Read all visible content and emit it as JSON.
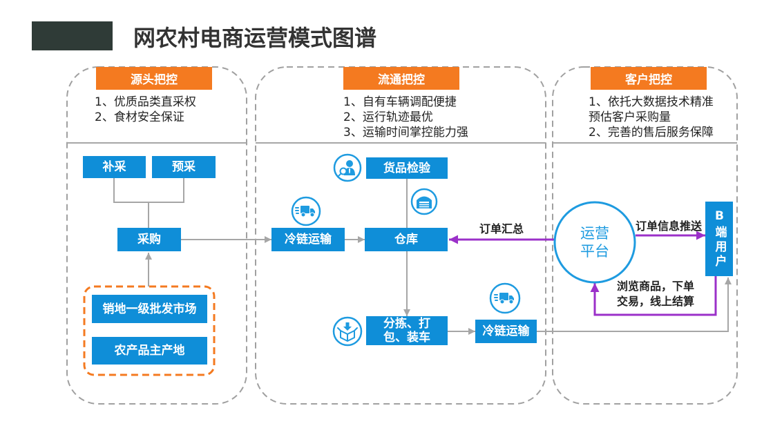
{
  "title": "网农村电商运营模式图谱",
  "colors": {
    "title_bar": "#2F3B37",
    "header_orange": "#F47A20",
    "node_blue": "#0F8ED8",
    "platform_blue": "#1E9BE0",
    "flow_purple": "#9B30C9",
    "connector_gray": "#A6A6A6",
    "panel_border_gray": "#A0A0A0"
  },
  "sections": {
    "source": {
      "header": "源头把控",
      "points": [
        "1、优质品类直采权",
        "2、食材安全保证"
      ]
    },
    "circulation": {
      "header": "流通把控",
      "points": [
        "1、自有车辆调配便捷",
        "2、运行轨迹最优",
        "3、运输时间掌控能力强"
      ]
    },
    "customer": {
      "header": "客户把控",
      "points": [
        "1、依托大数据技术精准",
        "预估客户采购量",
        "2、完善的售后服务保障"
      ]
    }
  },
  "nodes": {
    "supplement_purchase": "补采",
    "pre_purchase": "预采",
    "purchase": "采购",
    "wholesale_market": "销地一级批发市场",
    "production_area": "农产品主产地",
    "cold_chain_inbound": "冷链运输",
    "inspection": "货品检验",
    "warehouse": "仓库",
    "sorting_packing": [
      "分拣、打",
      "包、装车"
    ],
    "cold_chain_outbound": "冷链运输",
    "platform": [
      "运营",
      "平台"
    ],
    "b_end_user": "B端用户"
  },
  "edge_labels": {
    "order_summary": "订单汇总",
    "order_push": "订单信息推送",
    "browse_trade": [
      "浏览商品，下单",
      "交易，线上结算"
    ]
  },
  "icons": {
    "inspection": "inspector-magnifier-icon",
    "warehouse": "warehouse-icon",
    "transport_inbound": "delivery-truck-icon",
    "packing": "packing-box-icon",
    "transport_outbound": "delivery-truck-icon"
  }
}
